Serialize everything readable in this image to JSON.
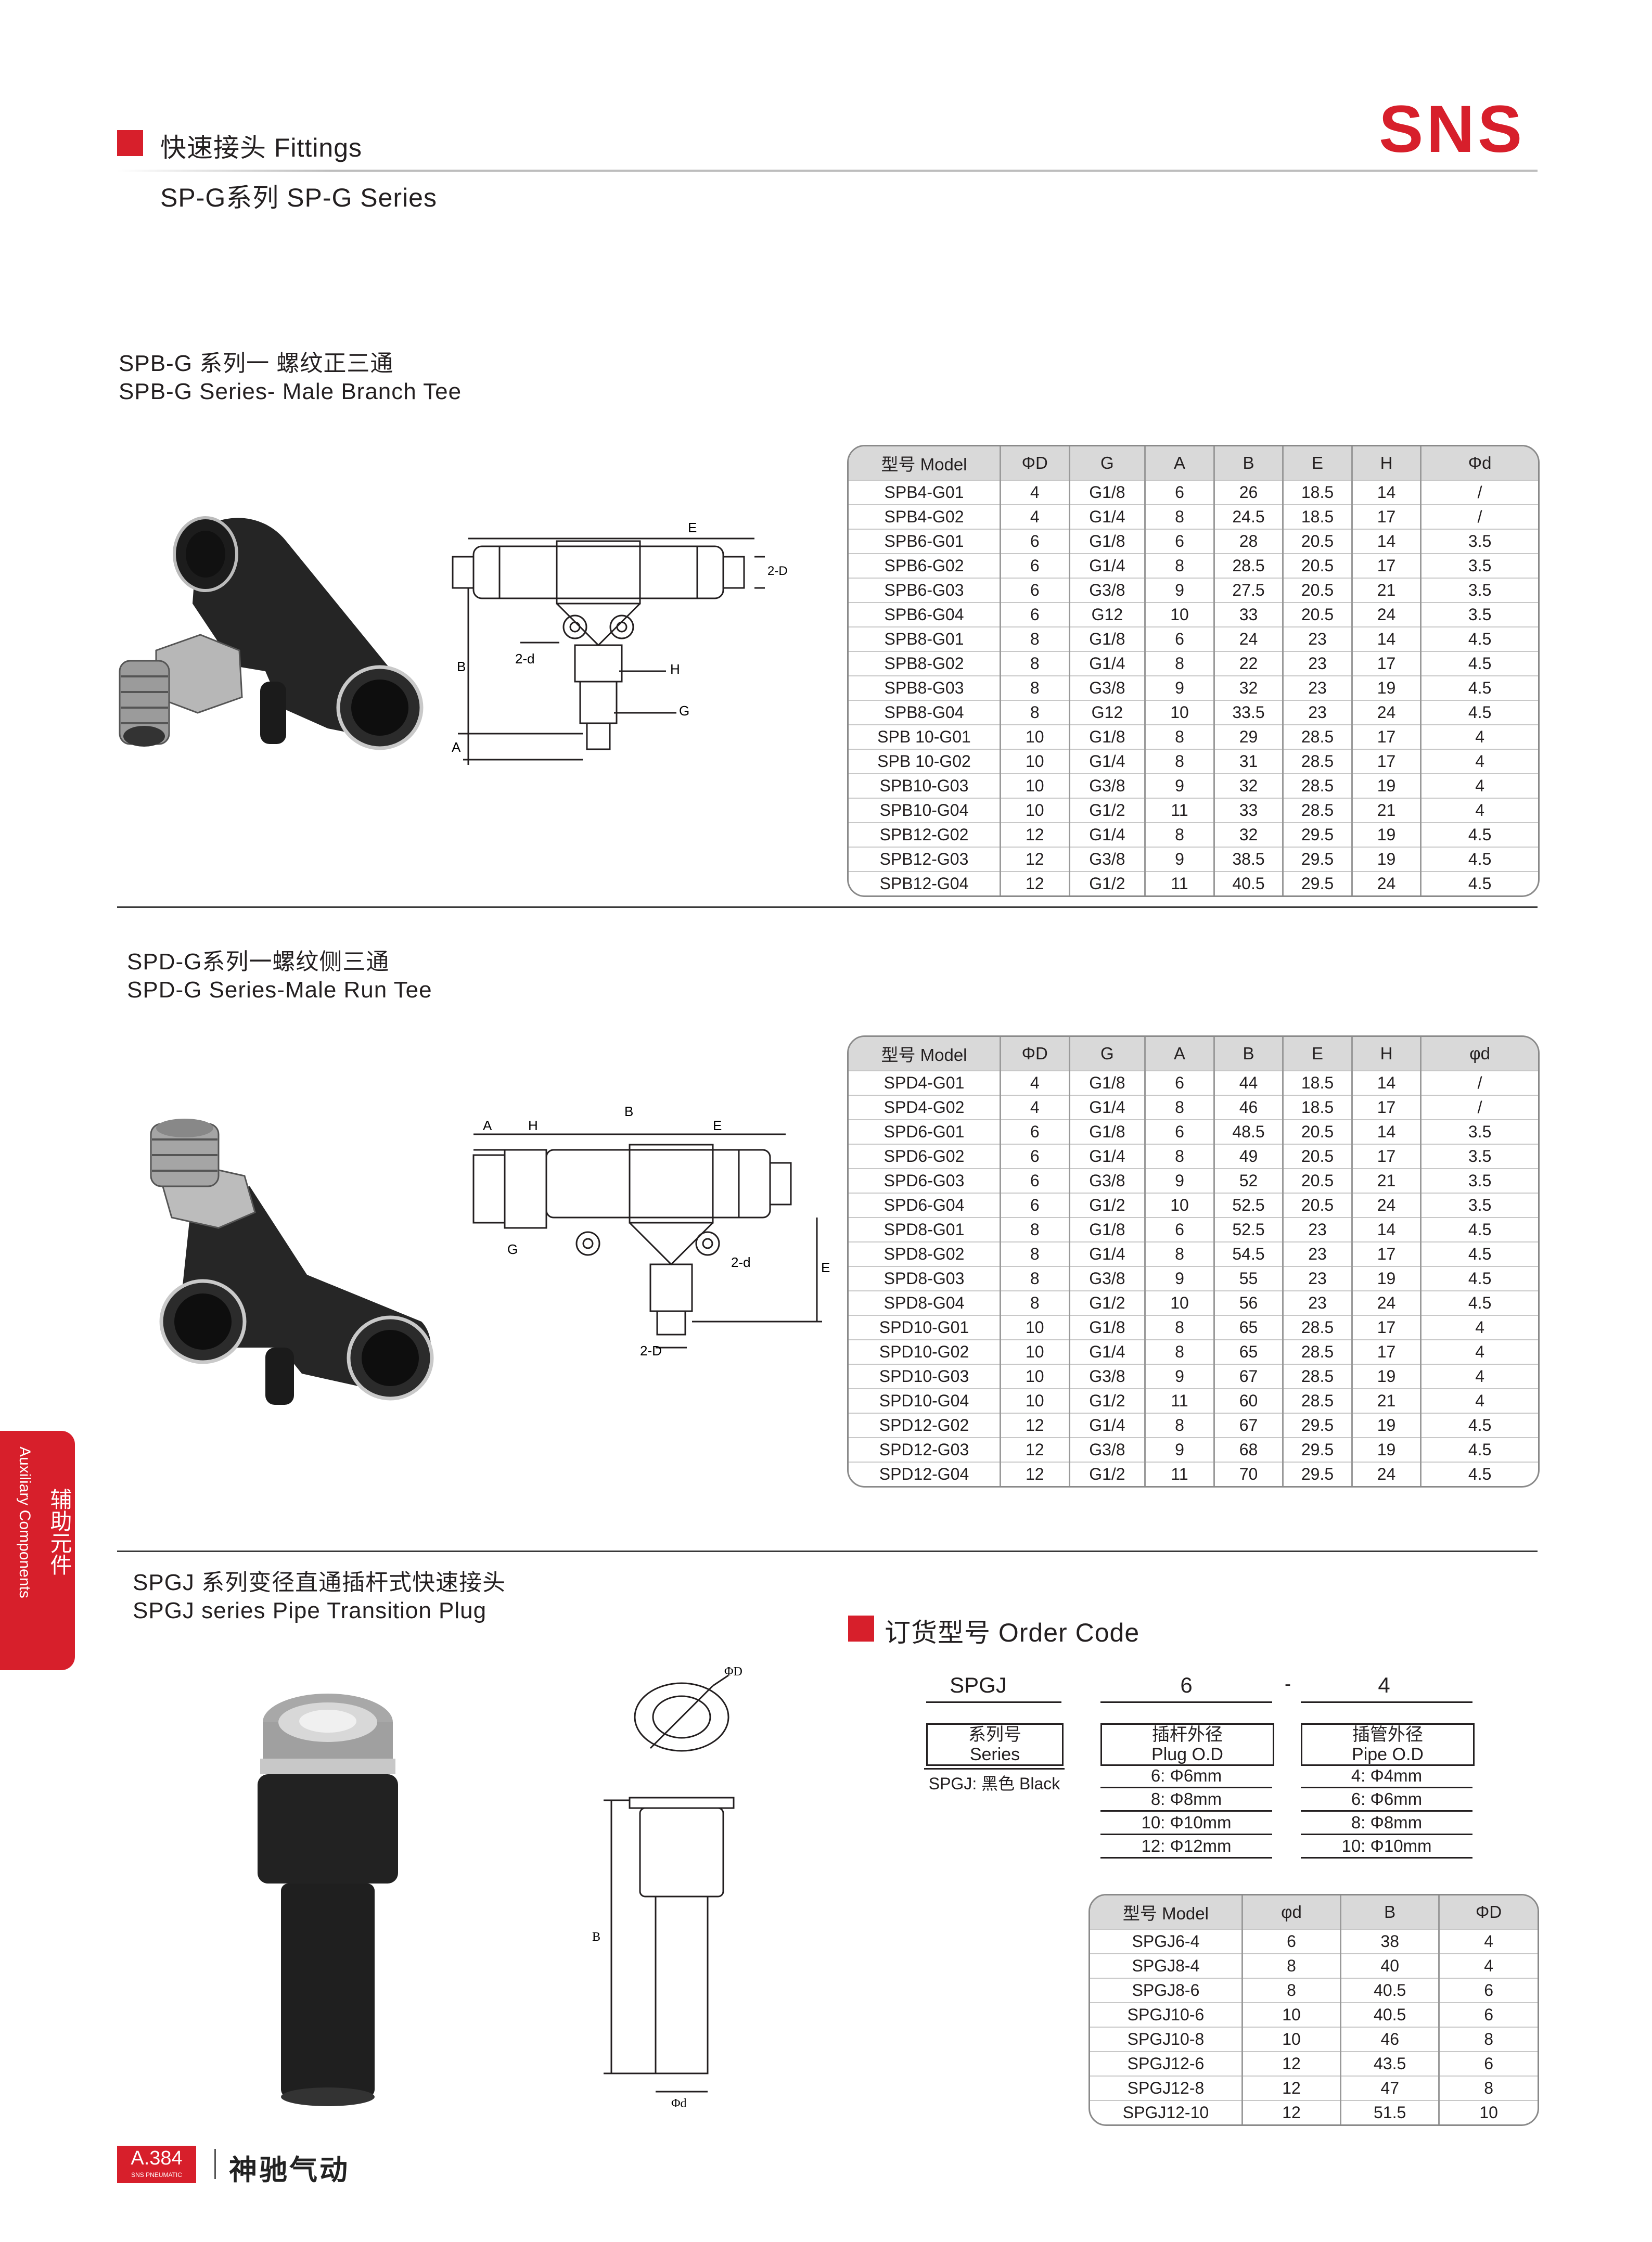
{
  "header": {
    "category": "快速接头 Fittings",
    "series": "SP-G系列 SP-G Series",
    "logo": "SNS"
  },
  "spb": {
    "title_cn": "SPB-G 系列一 螺纹正三通",
    "title_en": "SPB-G Series- Male Branch Tee",
    "drawing_labels": {
      "E": "E",
      "D": "2-D",
      "d": "2-d",
      "H": "H",
      "B": "B",
      "G": "G",
      "A": "A"
    },
    "columns": [
      "型号 Model",
      "ΦD",
      "G",
      "A",
      "B",
      "E",
      "H",
      "Φd"
    ],
    "rows": [
      [
        "SPB4-G01",
        "4",
        "G1/8",
        "6",
        "26",
        "18.5",
        "14",
        "/"
      ],
      [
        "SPB4-G02",
        "4",
        "G1/4",
        "8",
        "24.5",
        "18.5",
        "17",
        "/"
      ],
      [
        "SPB6-G01",
        "6",
        "G1/8",
        "6",
        "28",
        "20.5",
        "14",
        "3.5"
      ],
      [
        "SPB6-G02",
        "6",
        "G1/4",
        "8",
        "28.5",
        "20.5",
        "17",
        "3.5"
      ],
      [
        "SPB6-G03",
        "6",
        "G3/8",
        "9",
        "27.5",
        "20.5",
        "21",
        "3.5"
      ],
      [
        "SPB6-G04",
        "6",
        "G12",
        "10",
        "33",
        "20.5",
        "24",
        "3.5"
      ],
      [
        "SPB8-G01",
        "8",
        "G1/8",
        "6",
        "24",
        "23",
        "14",
        "4.5"
      ],
      [
        "SPB8-G02",
        "8",
        "G1/4",
        "8",
        "22",
        "23",
        "17",
        "4.5"
      ],
      [
        "SPB8-G03",
        "8",
        "G3/8",
        "9",
        "32",
        "23",
        "19",
        "4.5"
      ],
      [
        "SPB8-G04",
        "8",
        "G12",
        "10",
        "33.5",
        "23",
        "24",
        "4.5"
      ],
      [
        "SPB 10-G01",
        "10",
        "G1/8",
        "8",
        "29",
        "28.5",
        "17",
        "4"
      ],
      [
        "SPB 10-G02",
        "10",
        "G1/4",
        "8",
        "31",
        "28.5",
        "17",
        "4"
      ],
      [
        "SPB10-G03",
        "10",
        "G3/8",
        "9",
        "32",
        "28.5",
        "19",
        "4"
      ],
      [
        "SPB10-G04",
        "10",
        "G1/2",
        "11",
        "33",
        "28.5",
        "21",
        "4"
      ],
      [
        "SPB12-G02",
        "12",
        "G1/4",
        "8",
        "32",
        "29.5",
        "19",
        "4.5"
      ],
      [
        "SPB12-G03",
        "12",
        "G3/8",
        "9",
        "38.5",
        "29.5",
        "19",
        "4.5"
      ],
      [
        "SPB12-G04",
        "12",
        "G1/2",
        "11",
        "40.5",
        "29.5",
        "24",
        "4.5"
      ]
    ]
  },
  "spd": {
    "title_cn": "SPD-G系列一螺纹侧三通",
    "title_en": "SPD-G Series-Male Run Tee",
    "drawing_labels": {
      "A": "A",
      "H": "H",
      "B": "B",
      "E": "E",
      "G": "G",
      "d": "2-d",
      "D": "2-D",
      "E2": "E"
    },
    "columns": [
      "型号 Model",
      "ΦD",
      "G",
      "A",
      "B",
      "E",
      "H",
      "φd"
    ],
    "rows": [
      [
        "SPD4-G01",
        "4",
        "G1/8",
        "6",
        "44",
        "18.5",
        "14",
        "/"
      ],
      [
        "SPD4-G02",
        "4",
        "G1/4",
        "8",
        "46",
        "18.5",
        "17",
        "/"
      ],
      [
        "SPD6-G01",
        "6",
        "G1/8",
        "6",
        "48.5",
        "20.5",
        "14",
        "3.5"
      ],
      [
        "SPD6-G02",
        "6",
        "G1/4",
        "8",
        "49",
        "20.5",
        "17",
        "3.5"
      ],
      [
        "SPD6-G03",
        "6",
        "G3/8",
        "9",
        "52",
        "20.5",
        "21",
        "3.5"
      ],
      [
        "SPD6-G04",
        "6",
        "G1/2",
        "10",
        "52.5",
        "20.5",
        "24",
        "3.5"
      ],
      [
        "SPD8-G01",
        "8",
        "G1/8",
        "6",
        "52.5",
        "23",
        "14",
        "4.5"
      ],
      [
        "SPD8-G02",
        "8",
        "G1/4",
        "8",
        "54.5",
        "23",
        "17",
        "4.5"
      ],
      [
        "SPD8-G03",
        "8",
        "G3/8",
        "9",
        "55",
        "23",
        "19",
        "4.5"
      ],
      [
        "SPD8-G04",
        "8",
        "G1/2",
        "10",
        "56",
        "23",
        "24",
        "4.5"
      ],
      [
        "SPD10-G01",
        "10",
        "G1/8",
        "8",
        "65",
        "28.5",
        "17",
        "4"
      ],
      [
        "SPD10-G02",
        "10",
        "G1/4",
        "8",
        "65",
        "28.5",
        "17",
        "4"
      ],
      [
        "SPD10-G03",
        "10",
        "G3/8",
        "9",
        "67",
        "28.5",
        "19",
        "4"
      ],
      [
        "SPD10-G04",
        "10",
        "G1/2",
        "11",
        "60",
        "28.5",
        "21",
        "4"
      ],
      [
        "SPD12-G02",
        "12",
        "G1/4",
        "8",
        "67",
        "29.5",
        "19",
        "4.5"
      ],
      [
        "SPD12-G03",
        "12",
        "G3/8",
        "9",
        "68",
        "29.5",
        "19",
        "4.5"
      ],
      [
        "SPD12-G04",
        "12",
        "G1/2",
        "11",
        "70",
        "29.5",
        "24",
        "4.5"
      ]
    ]
  },
  "spgj": {
    "title_cn": "SPGJ 系列变径直通插杆式快速接头",
    "title_en": "SPGJ series Pipe Transition Plug",
    "drawing_labels": {
      "D": "ΦD",
      "B": "B",
      "d": "Φd"
    },
    "order_code": {
      "heading": "订货型号 Order Code",
      "parts": [
        "SPGJ",
        "6",
        "-",
        "4"
      ],
      "box1": [
        "系列号",
        "Series"
      ],
      "box2": [
        "插杆外径",
        "Plug O.D"
      ],
      "box3": [
        "插管外径",
        "Pipe O.D"
      ],
      "note1": "SPGJ: 黑色 Black",
      "plug_options": [
        "6: Φ6mm",
        "8: Φ8mm",
        "10: Φ10mm",
        "12: Φ12mm"
      ],
      "pipe_options": [
        "4: Φ4mm",
        "6: Φ6mm",
        "8: Φ8mm",
        "10: Φ10mm"
      ]
    },
    "columns": [
      "型号 Model",
      "φd",
      "B",
      "ΦD"
    ],
    "rows": [
      [
        "SPGJ6-4",
        "6",
        "38",
        "4"
      ],
      [
        "SPGJ8-4",
        "8",
        "40",
        "4"
      ],
      [
        "SPGJ8-6",
        "8",
        "40.5",
        "6"
      ],
      [
        "SPGJ10-6",
        "10",
        "40.5",
        "6"
      ],
      [
        "SPGJ10-8",
        "10",
        "46",
        "8"
      ],
      [
        "SPGJ12-6",
        "12",
        "43.5",
        "6"
      ],
      [
        "SPGJ12-8",
        "12",
        "47",
        "8"
      ],
      [
        "SPGJ12-10",
        "12",
        "51.5",
        "10"
      ]
    ]
  },
  "side_tab": {
    "cn": "辅助元件",
    "en": "Auxiliary Components"
  },
  "footer": {
    "page": "A.384",
    "brand_small": "SNS PNEUMATIC",
    "brand": "神驰气动"
  }
}
